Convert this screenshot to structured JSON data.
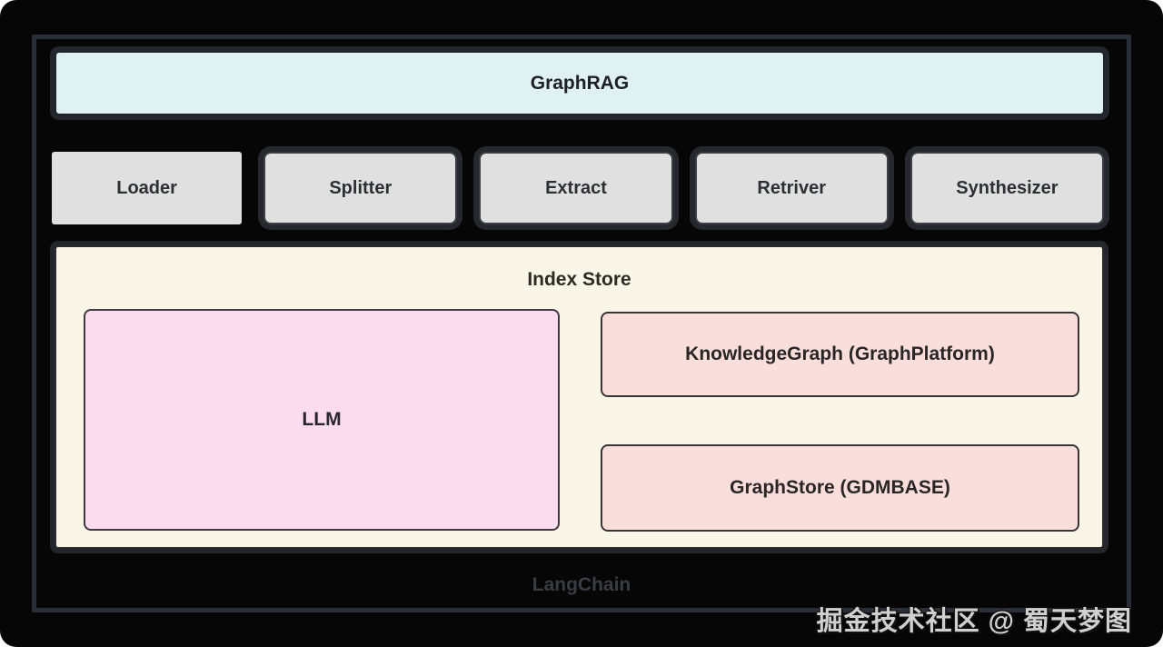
{
  "diagram": {
    "outer_container_label": "LangChain",
    "graphrag_label": "GraphRAG",
    "components": [
      {
        "label": "Loader"
      },
      {
        "label": "Splitter"
      },
      {
        "label": "Extract"
      },
      {
        "label": "Retriver"
      },
      {
        "label": "Synthesizer"
      }
    ],
    "index_store": {
      "title": "Index Store",
      "llm_label": "LLM",
      "knowledge_graph_label": "KnowledgeGraph (GraphPlatform)",
      "graph_store_label": "GraphStore (GDMBASE)"
    },
    "watermark": "掘金技术社区 @ 蜀天梦图",
    "colors": {
      "canvas_background": "#060607",
      "frame_border": "#2a2f38",
      "graphrag_fill": "#e0f1f3",
      "component_fill": "#e0e0e0",
      "index_store_fill": "#faf6e7",
      "llm_fill": "#fbdcee",
      "graph_boxes_fill": "#fadedc",
      "langchain_label_color": "#383d44"
    }
  }
}
